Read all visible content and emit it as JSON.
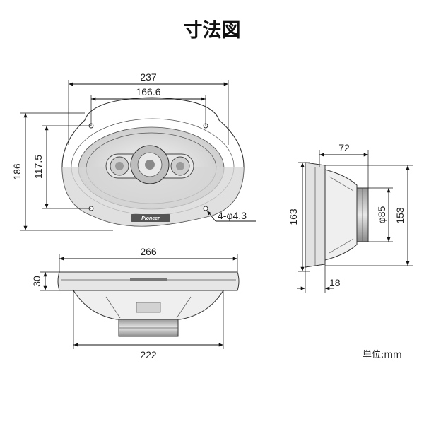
{
  "title": "寸法図",
  "unit_label": "単位:mm",
  "brand": "Pioneer",
  "front_view": {
    "width_outer": "237",
    "width_mount": "166.6",
    "height_outer": "186",
    "height_mount": "117.5",
    "holes": "4-φ4.3"
  },
  "side_view": {
    "depth_magnet": "72",
    "height_outer": "163",
    "diameter_magnet": "φ85",
    "height_frame": "153",
    "flange": "18"
  },
  "bottom_view": {
    "width_outer": "266",
    "height_flange": "30",
    "width_inner": "222"
  }
}
